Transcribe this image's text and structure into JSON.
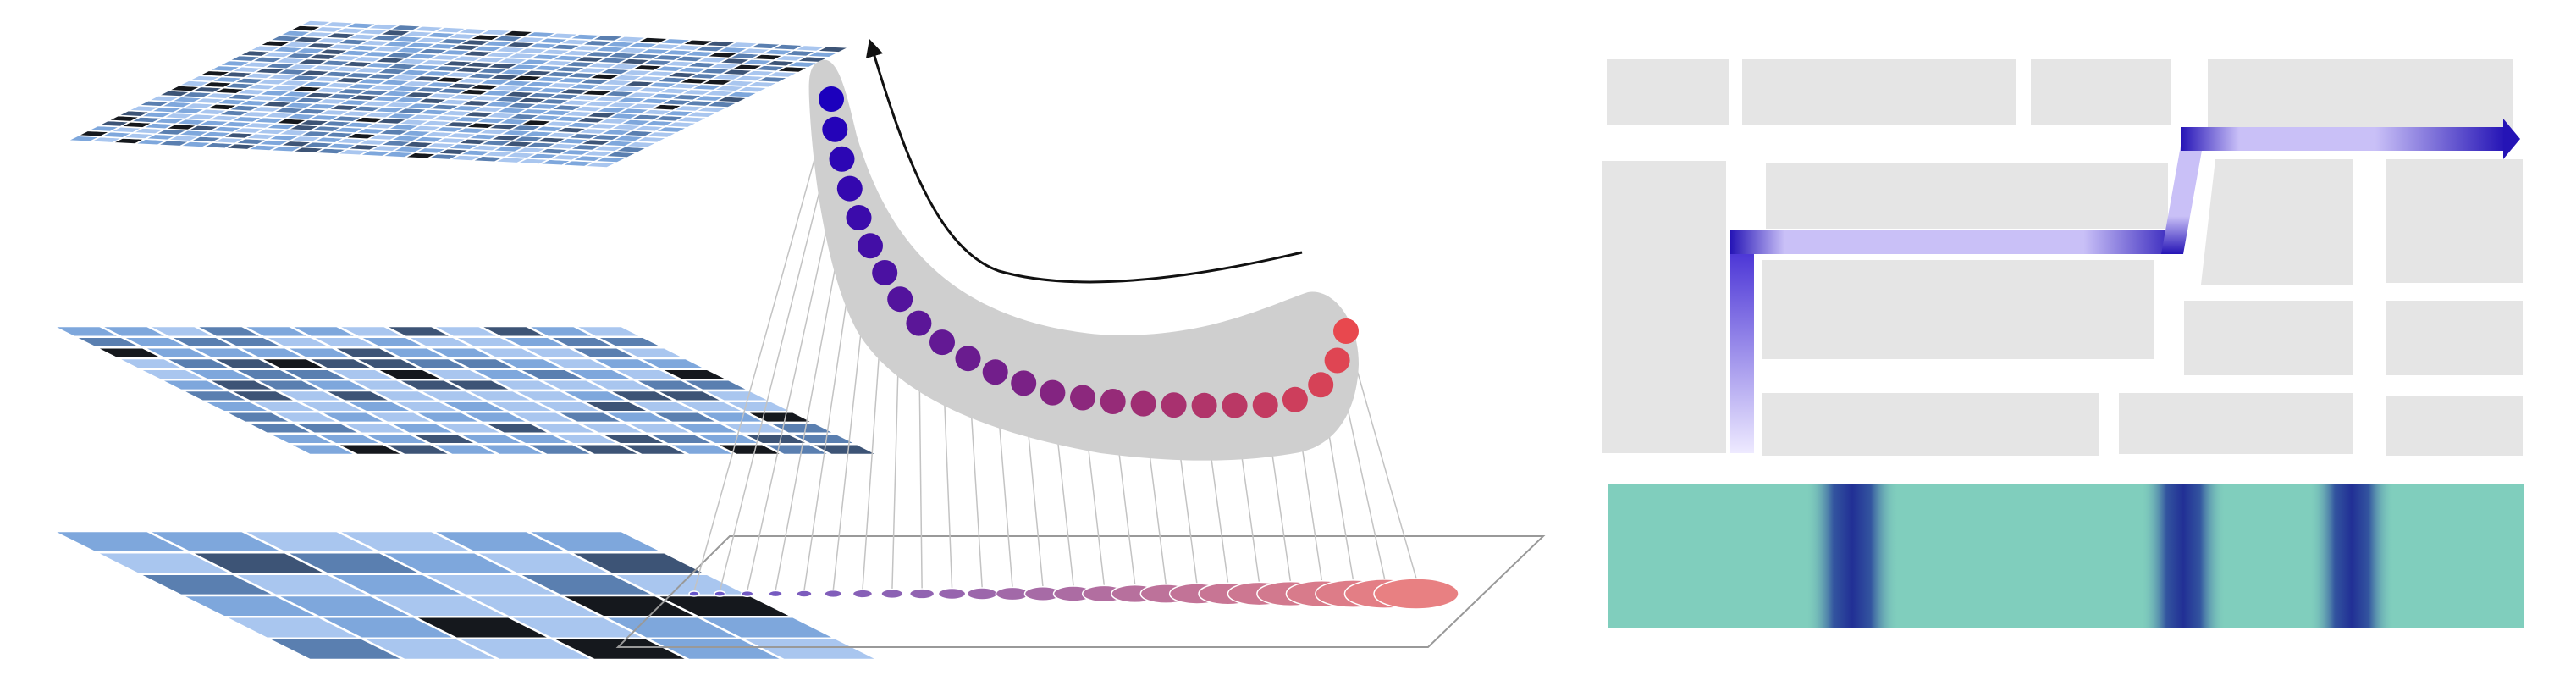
{
  "figure": {
    "panels": [
      {
        "id": "multiscale-grids",
        "grid_sizes": [
          24,
          12,
          6
        ]
      },
      {
        "id": "curve-and-projection",
        "point_count": 25
      },
      {
        "id": "street-path",
        "bar_band_count": 3
      }
    ]
  },
  "colors": {
    "background": "#ffffff",
    "layer_light": "#a9c6ef",
    "layer_mid": "#7ea7dc",
    "layer_slate": "#5a7fb0",
    "layer_dark": "#3d5476",
    "layer_black": "#15181d",
    "cell_border": "#ffffff",
    "tube_fill": "#cfcfcf",
    "point_start": "#1c00bd",
    "point_mid": "#7a2186",
    "point_end": "#e8484e",
    "ellipse_start": "#6655c9",
    "ellipse_end": "#e88082",
    "guide_line": "#c3c3c3",
    "arrow_curve": "#111111",
    "block_fill": "#e5e5e5",
    "path_dark": "#2514b6",
    "path_light": "#c9c0f7",
    "bar_teal": "#80cebd",
    "bar_dark_band": "#212f95"
  }
}
